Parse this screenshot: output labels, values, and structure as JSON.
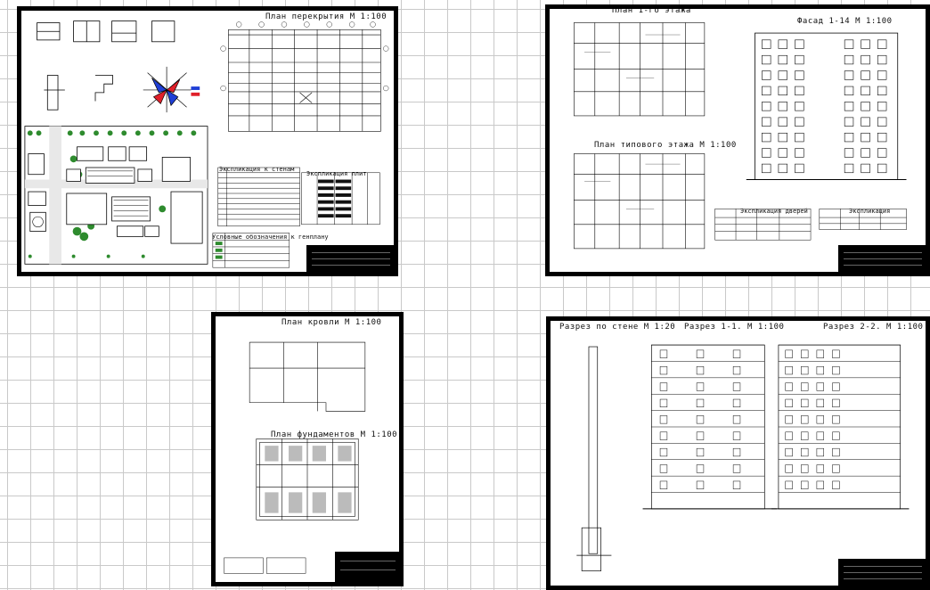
{
  "sheets": {
    "s1": {
      "title": "План перекрытия  М 1:100",
      "table1_title": "Экспликация к стенам",
      "table2_title": "Экспликация плит",
      "legend_title": "Условные обозначения к генплану"
    },
    "s2": {
      "title_top": "План 1-го этажа",
      "title_typical": "План типового этажа  М 1:100",
      "title_facade": "Фасад 1-14  М 1:100",
      "table_doors": "Экспликация дверей",
      "table_windows": "Экспликация"
    },
    "s3": {
      "title_roof": "План кровли  М 1:100",
      "title_found": "План фундаментов  М 1:100"
    },
    "s4": {
      "title_wall": "Разрез по стене  М 1:20",
      "title_s1": "Разрез 1-1.  М 1:100",
      "title_s2": "Разрез 2-2.  М 1:100"
    }
  },
  "colors": {
    "grid": "#c9c9c9",
    "ink": "#000000",
    "wind_blue": "#1f3fd6",
    "wind_red": "#e0202a",
    "tree_green": "#2e8b2e"
  }
}
